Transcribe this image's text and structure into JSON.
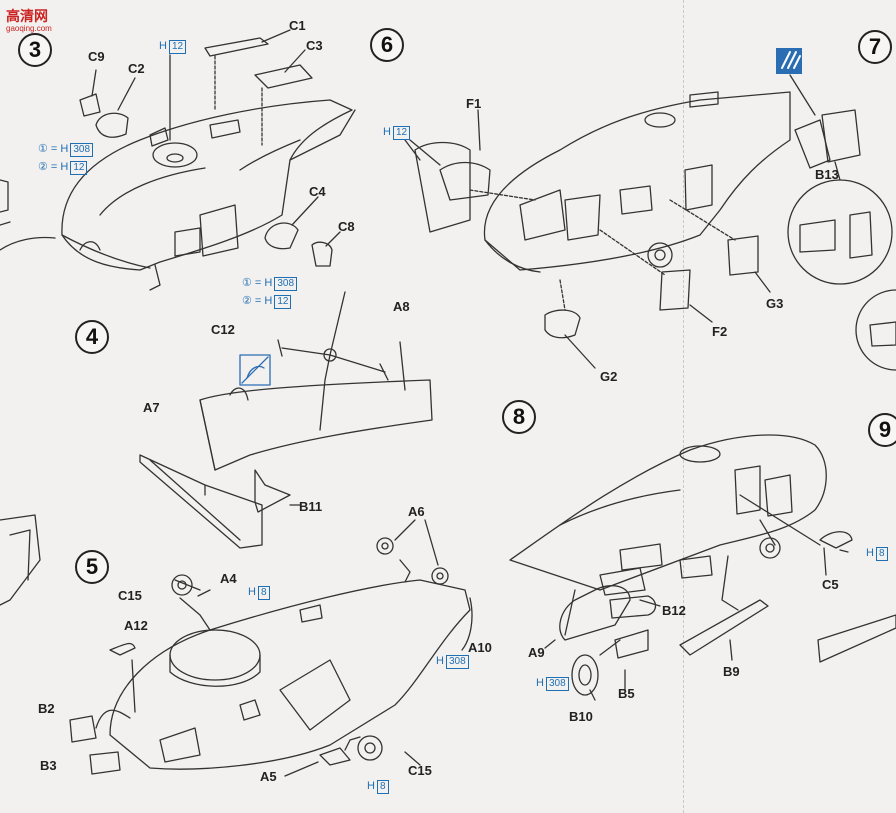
{
  "watermark": {
    "title": "高清网",
    "url": "gaoqing.com"
  },
  "steps": [
    "3",
    "4",
    "5",
    "6",
    "7",
    "8",
    "9"
  ],
  "labels": {
    "c1": "C1",
    "c2": "C2",
    "c3": "C3",
    "c4": "C4",
    "c8": "C8",
    "c9": "C9",
    "c12": "C12",
    "c5": "C5",
    "c15a": "C15",
    "c15b": "C15",
    "a4": "A4",
    "a5": "A5",
    "a6": "A6",
    "a7": "A7",
    "a8": "A8",
    "a9": "A9",
    "a10": "A10",
    "a12": "A12",
    "b2": "B2",
    "b3": "B3",
    "b5": "B5",
    "b9": "B9",
    "b10": "B10",
    "b11": "B11",
    "b12": "B12",
    "b13": "B13",
    "f1": "F1",
    "f2": "F2",
    "g2": "G2",
    "g3": "G3"
  },
  "paint_refs": {
    "step3_top": {
      "prefix": "H",
      "code": "12"
    },
    "step3_opt1": {
      "prefix": "① = H",
      "code": "308"
    },
    "step3_opt2": {
      "prefix": "② = H",
      "code": "12"
    },
    "step3_opt3": {
      "prefix": "① = H",
      "code": "308"
    },
    "step3_opt4": {
      "prefix": "② = H",
      "code": "12"
    },
    "step6": {
      "prefix": "H",
      "code": "12"
    },
    "step5_a4": {
      "prefix": "H",
      "code": "8"
    },
    "step5_a10": {
      "prefix": "H",
      "code": "308"
    },
    "step5_c15": {
      "prefix": "H",
      "code": "8"
    },
    "step8_c5": {
      "prefix": "H",
      "code": "8"
    },
    "step8_a9": {
      "prefix": "H",
      "code": "308"
    }
  },
  "colors": {
    "ink": "#222222",
    "paint_blue": "#1f6fb5",
    "paper": "#f2f1ef",
    "watermark": "#cc2222"
  }
}
